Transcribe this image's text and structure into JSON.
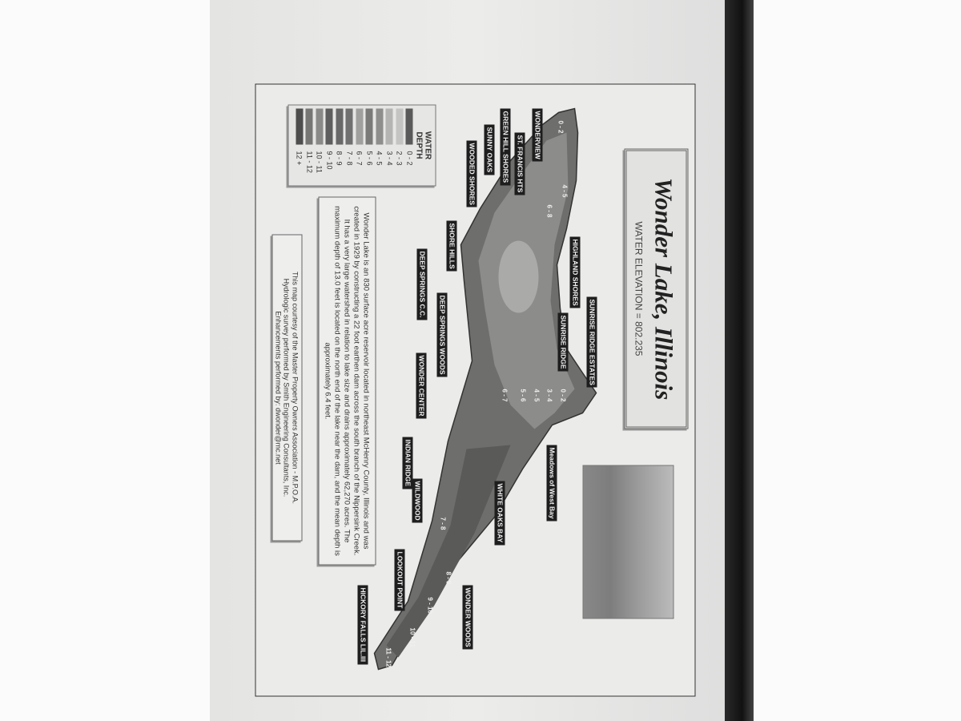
{
  "map": {
    "title": "Wonder Lake, Illinois",
    "elevation": "WATER ELEVATION = 802.235",
    "legend": {
      "title_line1": "WATER",
      "title_line2": "DEPTH",
      "items": [
        {
          "range": "0 - 2",
          "color": "#5a5a5a"
        },
        {
          "range": "2 - 3",
          "color": "#c4c4c2"
        },
        {
          "range": "3 - 4",
          "color": "#b4b4b2"
        },
        {
          "range": "4 - 5",
          "color": "#8e8e8c"
        },
        {
          "range": "5 - 6",
          "color": "#7a7a78"
        },
        {
          "range": "6 - 7",
          "color": "#a0a09e"
        },
        {
          "range": "7 - 8",
          "color": "#707070"
        },
        {
          "range": "8 - 9",
          "color": "#686868"
        },
        {
          "range": "9 - 10",
          "color": "#5e5e5e"
        },
        {
          "range": "10 - 11",
          "color": "#8a8a88"
        },
        {
          "range": "11 - 12",
          "color": "#767674"
        },
        {
          "range": "12 +",
          "color": "#4e4e4e"
        }
      ]
    },
    "description": "Wonder Lake is an 830 surface acre reservoir located in northeast McHenry County, Illinois and was created in 1929 by constructing a 22 foot earthen dam across the south branch of the Nippersink Creek. It has a very large watershed in relation to lake size and drains approximately 62,270 acres. The maximum depth of 13.0 feet is located on the north end of the lake near the dam, and the mean depth is approximately 6.4 feet.",
    "credits": [
      "This map courtesy of the Master Property Owners Association - M.P.O.A.",
      "Hydrologic survey performed by Smith Engineering Consultants, Inc.",
      "Enhancements performed by: dwonder@mc.net"
    ],
    "place_labels": [
      "WONDERVIEW",
      "ST. FRANCIS HTS",
      "GREEN HILL SHORES",
      "SUNNY OAKS",
      "WOODED SHORES",
      "SHORE HILLS",
      "DEEP SPRINGS C.C.",
      "DEEP SPRINGS WOODS",
      "WONDER CENTER",
      "INDIAN RIDGE",
      "WILDWOOD",
      "LOOKOUT POINT",
      "HICKORY FALLS LIL.III",
      "WONDER WOODS",
      "WHITE OAKS BAY",
      "Meadows of West Bay",
      "SUNRISE RIDGE ESTATES",
      "SUNRISE RIDGE",
      "HIGHLAND SHORES"
    ],
    "depth_labels": [
      "0 - 2",
      "4 - 5",
      "6 - 8",
      "0 - 2",
      "3 - 4",
      "4 - 5",
      "5 - 6",
      "6 - 7",
      "7 - 8",
      "8 - 9",
      "9 - 10",
      "10 - 11",
      "11 - 12"
    ]
  }
}
